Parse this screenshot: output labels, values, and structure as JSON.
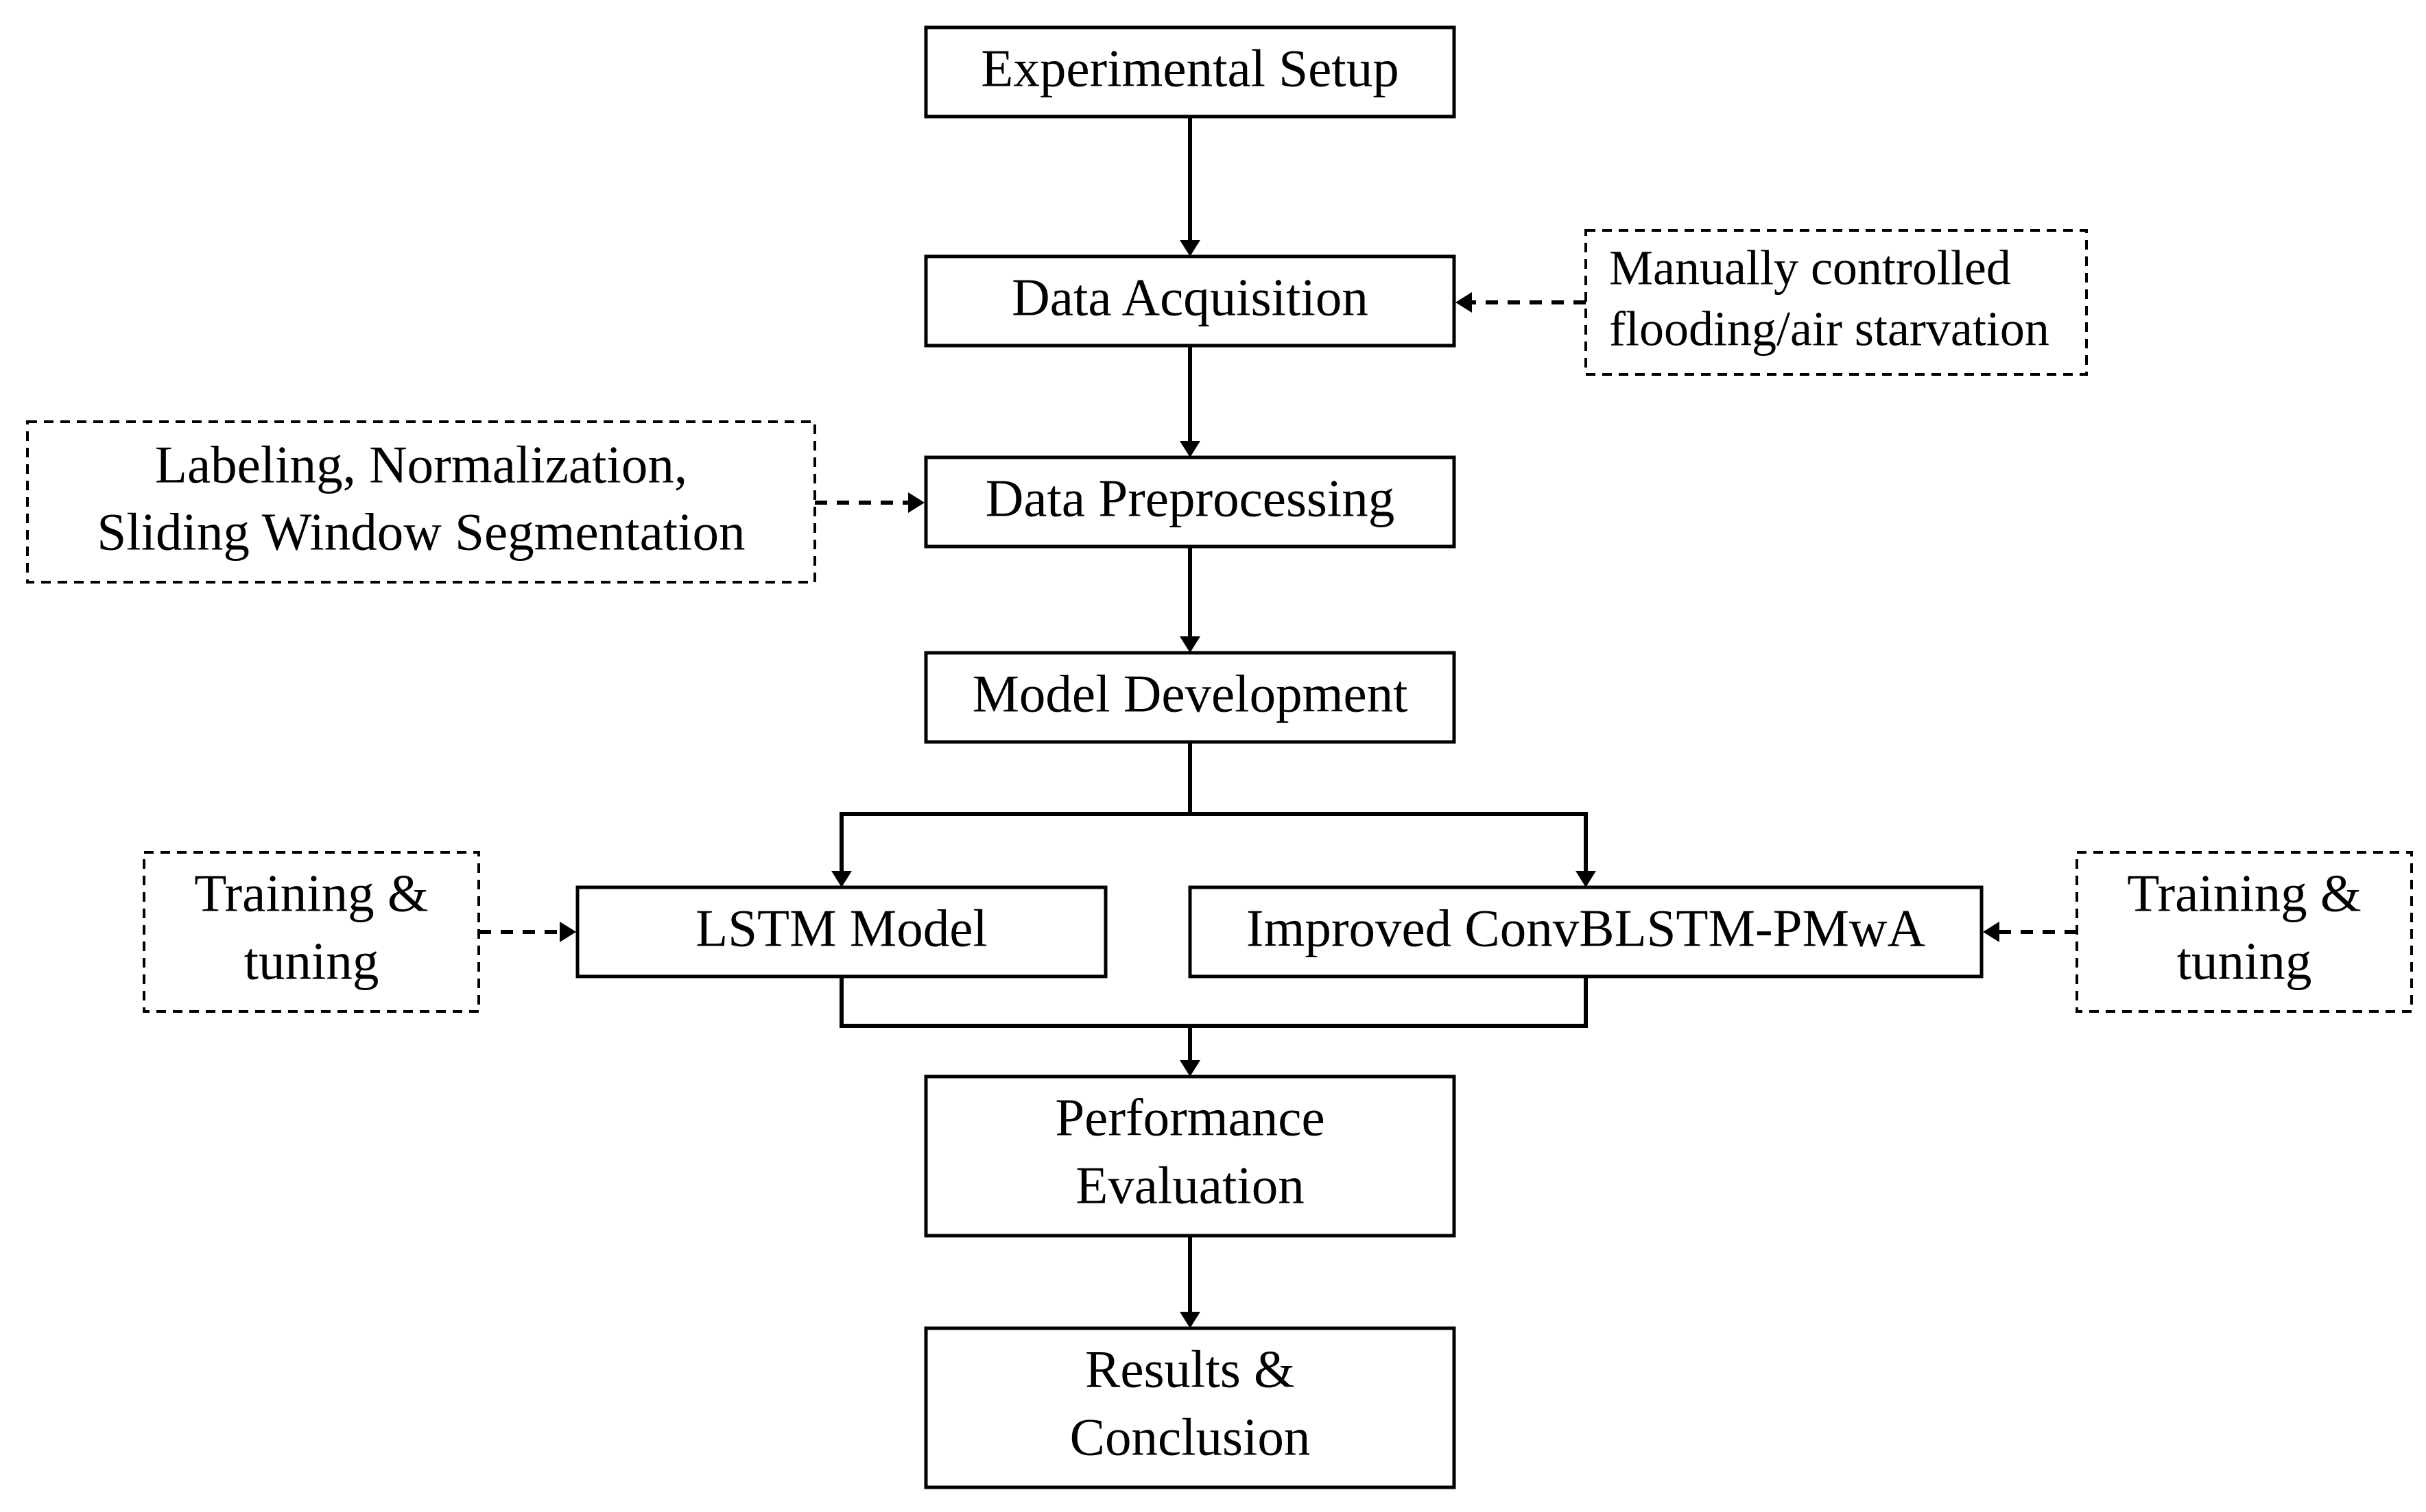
{
  "nodes": {
    "experimental_setup": "Experimental Setup",
    "data_acquisition": "Data Acquisition",
    "data_preprocessing": "Data Preprocessing",
    "model_development": "Model Development",
    "lstm_model": "LSTM Model",
    "improved_model": "Improved ConvBLSTM-PMwA",
    "performance_evaluation": [
      "Performance",
      "Evaluation"
    ],
    "results_conclusion": [
      "Results &",
      "Conclusion"
    ]
  },
  "annotations": {
    "acquisition_note": [
      "Manually controlled",
      "flooding/air starvation"
    ],
    "preprocessing_note": [
      "Labeling, Normalization,",
      "Sliding Window Segmentation"
    ],
    "lstm_training": [
      "Training &",
      "tuning"
    ],
    "improved_training": [
      "Training &",
      "tuning"
    ]
  }
}
